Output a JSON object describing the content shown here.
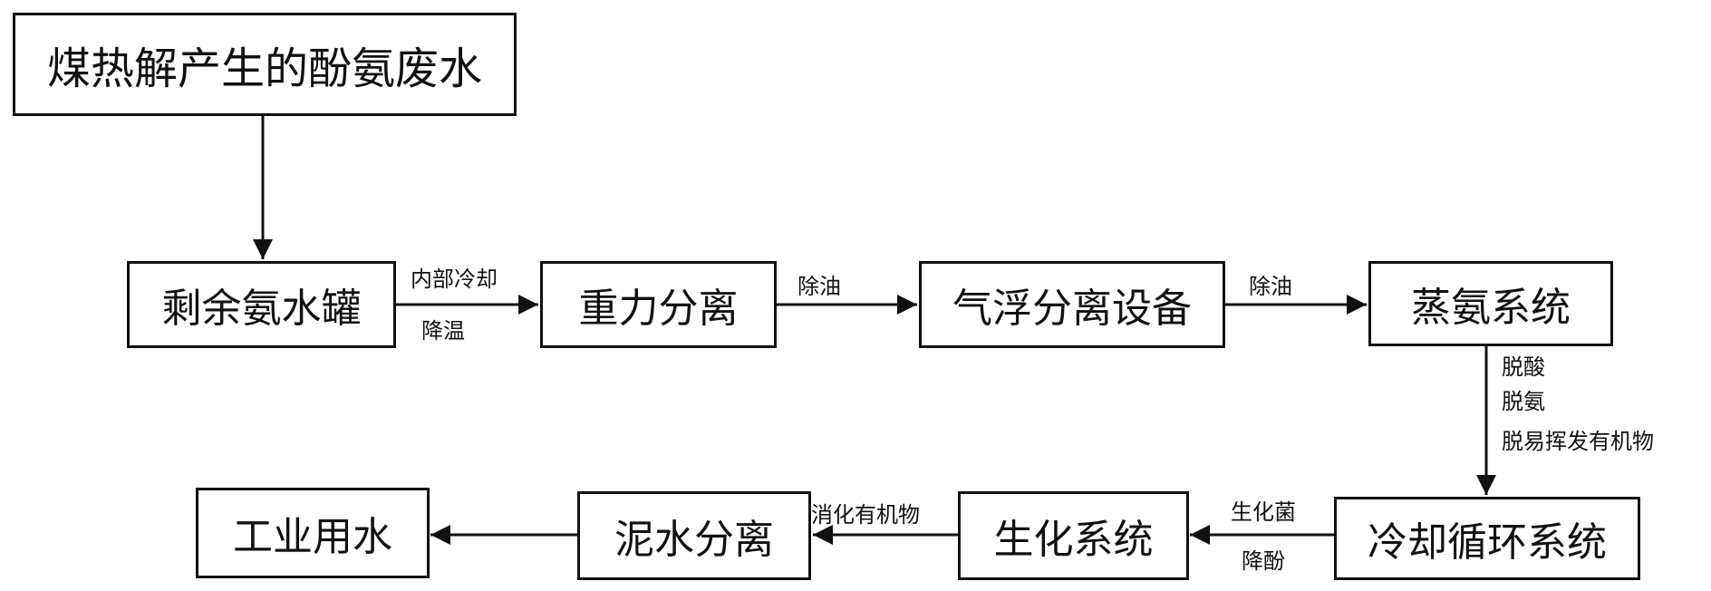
{
  "nodes": {
    "source_wastewater": "煤热解产生的酚氨废水",
    "residual_ammonia_tank": "剩余氨水罐",
    "gravity_separation": "重力分离",
    "air_flotation_equipment": "气浮分离设备",
    "ammonia_stripping_system": "蒸氨系统",
    "cooling_circulation_system": "冷却循环系统",
    "biochemical_system": "生化系统",
    "sludge_water_separation": "泥水分离",
    "industrial_water": "工业用水"
  },
  "edge_labels": {
    "tank_to_gravity_top": "内部冷却",
    "tank_to_gravity_bottom": "降温",
    "gravity_to_flotation": "除油",
    "flotation_to_stripping": "除油",
    "stripping_to_cooling_1": "脱酸",
    "stripping_to_cooling_2": "脱氨",
    "stripping_to_cooling_3": "脱易挥发有机物",
    "cooling_to_bio_top": "生化菌",
    "cooling_to_bio_bottom": "降酚",
    "bio_to_sludge": "消化有机物"
  },
  "colors": {
    "line": "#111111",
    "background": "#ffffff"
  }
}
